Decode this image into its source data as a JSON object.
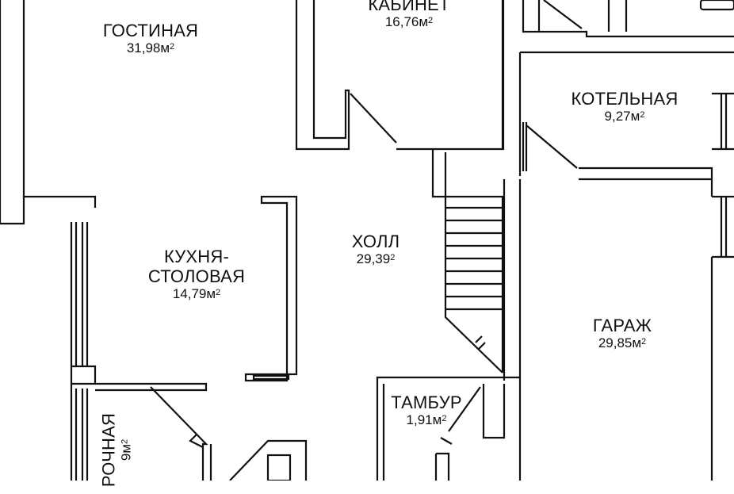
{
  "rooms": {
    "living": {
      "name": "ГОСТИНАЯ",
      "area": "31,98м",
      "unit_exp": "2"
    },
    "office": {
      "name": "КАБИНЕТ",
      "area": "16,76м",
      "unit_exp": "2"
    },
    "boiler": {
      "name": "КОТЕЛЬНАЯ",
      "area": "9,27м",
      "unit_exp": "2"
    },
    "kitchen": {
      "name_line1": "КУХНЯ-",
      "name_line2": "СТОЛОВАЯ",
      "area": "14,79м",
      "unit_exp": "2"
    },
    "hall": {
      "name": "ХОЛЛ",
      "area": "29,39",
      "unit_exp": "2"
    },
    "garage": {
      "name": "ГАРАЖ",
      "area": "29,85м",
      "unit_exp": "2"
    },
    "vestibule": {
      "name": "ТАМБУР",
      "area": "1,91м",
      "unit_exp": "2"
    },
    "laundry": {
      "name": "РОЧНАЯ",
      "area": "9м",
      "unit_exp": "2"
    }
  },
  "colors": {
    "wall": "#111111",
    "background": "#ffffff"
  }
}
